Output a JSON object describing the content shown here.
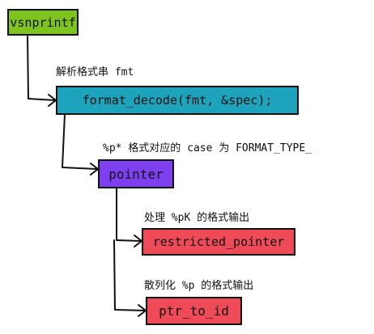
{
  "nodes": {
    "vsnprintf": {
      "text": "vsnprintf",
      "color": "#7ec31e"
    },
    "format_decode": {
      "text": "format_decode(fmt, &spec);",
      "color": "#1da3bb"
    },
    "pointer": {
      "text": "pointer",
      "color": "#7d3ff0"
    },
    "restricted_pointer": {
      "text": "restricted_pointer",
      "color": "#ef4a57"
    },
    "ptr_to_id": {
      "text": "ptr_to_id",
      "color": "#ef4a57"
    }
  },
  "labels": {
    "parse_fmt": "解析格式串 fmt",
    "case_format_type": "%p* 格式对应的 case 为 FORMAT_TYPE_",
    "handle_pk": "处理 %pK 的格式输出",
    "hash_p": "散列化 %p 的格式输出"
  }
}
